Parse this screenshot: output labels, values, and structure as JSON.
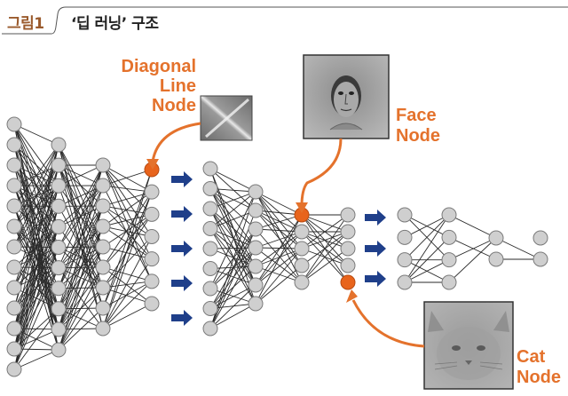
{
  "header": {
    "figure_label": "그림1",
    "title": "‘딥 러닝’ 구조"
  },
  "labels": {
    "diagonal": [
      "Diagonal",
      "Line",
      "Node"
    ],
    "face": [
      "Face",
      "Node"
    ],
    "cat": [
      "Cat",
      "Node"
    ]
  },
  "colors": {
    "node_fill": "#cfcfcf",
    "node_stroke": "#7a7a7a",
    "highlight_node": "#e8641c",
    "arrow_orange": "#e4722c",
    "flow_arrow": "#1f3f8a",
    "label_orange": "#e4722c",
    "header_label": "#9a5a2c"
  }
}
